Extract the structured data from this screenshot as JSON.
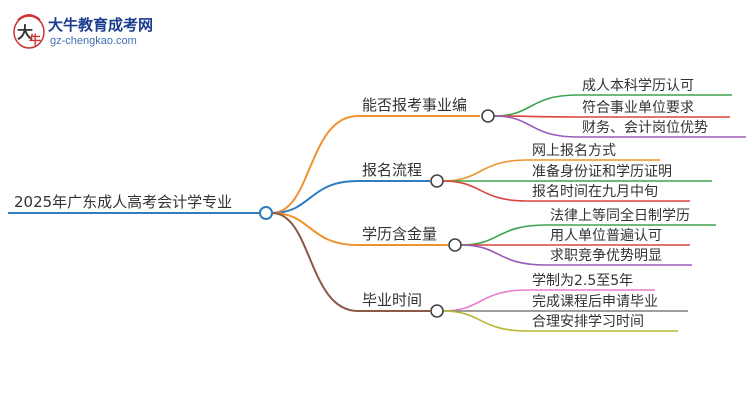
{
  "logo": {
    "title": "大牛教育成考网",
    "url": "gz-chengkao.com"
  },
  "mindmap": {
    "root": "2025年广东成人高考会计学专业",
    "branches": [
      {
        "label": "能否报考事业编",
        "color": "#f0922b",
        "leaves": [
          {
            "label": "成人本科学历认可",
            "color": "#3fa34d"
          },
          {
            "label": "符合事业单位要求",
            "color": "#d9453d"
          },
          {
            "label": "财务、会计岗位优势",
            "color": "#9b5ab8"
          }
        ]
      },
      {
        "label": "报名流程",
        "color": "#2f7cc0",
        "leaves": [
          {
            "label": "网上报名方式",
            "color": "#f0922b"
          },
          {
            "label": "准备身份证和学历证明",
            "color": "#3fa34d"
          },
          {
            "label": "报名时间在九月中旬",
            "color": "#d9453d"
          }
        ]
      },
      {
        "label": "学历含金量",
        "color": "#f0922b",
        "leaves": [
          {
            "label": "法律上等同全日制学历",
            "color": "#3fa34d"
          },
          {
            "label": "用人单位普遍认可",
            "color": "#d9453d"
          },
          {
            "label": "求职竞争优势明显",
            "color": "#9b5ab8"
          }
        ]
      },
      {
        "label": "毕业时间",
        "color": "#8a5a44",
        "leaves": [
          {
            "label": "学制为2.5至5年",
            "color": "#e87fc9"
          },
          {
            "label": "完成课程后申请毕业",
            "color": "#7f7f7f"
          },
          {
            "label": "合理安排学习时间",
            "color": "#b8b833"
          }
        ]
      }
    ]
  }
}
